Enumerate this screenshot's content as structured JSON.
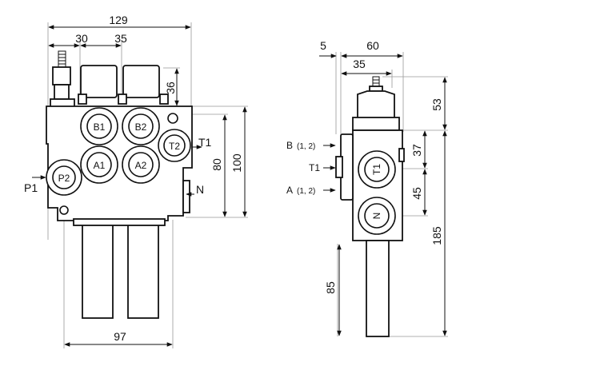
{
  "front_view": {
    "dimensions": {
      "total_width": "129",
      "offset_left": "30",
      "port_spacing": "35",
      "lever_height": "36",
      "port_height_t": "80",
      "body_height": "100",
      "base_width": "97"
    },
    "ports": {
      "b1": "B1",
      "b2": "B2",
      "a1": "A1",
      "a2": "A2",
      "t2": "T2",
      "p2": "P2",
      "t1": "T1",
      "p1": "P1",
      "n": "N"
    }
  },
  "side_view": {
    "dimensions": {
      "offset": "5",
      "width": "60",
      "inner_width": "35",
      "top_height": "53",
      "height_37": "37",
      "height_45": "45",
      "total_height": "185",
      "handle_length": "85"
    },
    "labels": {
      "b_port": "B",
      "b_sub": "(1, 2)",
      "t1_port": "T1",
      "a_port": "A",
      "a_sub": "(1, 2)",
      "t1_circle": "T1",
      "n_circle": "N"
    }
  }
}
